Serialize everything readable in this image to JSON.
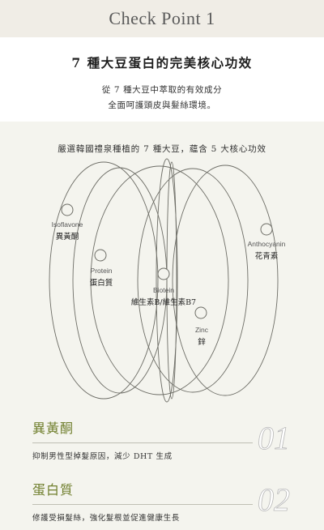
{
  "header": {
    "title": "Check Point 1"
  },
  "main": {
    "title": "7 種大豆蛋白的完美核心功效",
    "subtitle_line1": "從 7 種大豆中萃取的有效成分",
    "subtitle_line2": "全面呵護頭皮與髮絲環境。"
  },
  "diagram": {
    "intro": "嚴選韓國禮泉種植的 7 種大豆，蘊含 5 大核心功效",
    "nodes": [
      {
        "en": "Isoflavone",
        "zh": "異黃酮"
      },
      {
        "en": "Protein",
        "zh": "蛋白質"
      },
      {
        "en": "Biotein",
        "zh": "維生素B/維生素B7"
      },
      {
        "en": "Zinc",
        "zh": "鋅"
      },
      {
        "en": "Anthocyanin",
        "zh": "花青素"
      }
    ]
  },
  "features": [
    {
      "title": "異黃酮",
      "desc": "抑制男性型掉髮原因，減少 DHT 生成",
      "num": "01"
    },
    {
      "title": "蛋白質",
      "desc": "修護受損髮絲，強化髮根並促進健康生長",
      "num": "02"
    }
  ]
}
